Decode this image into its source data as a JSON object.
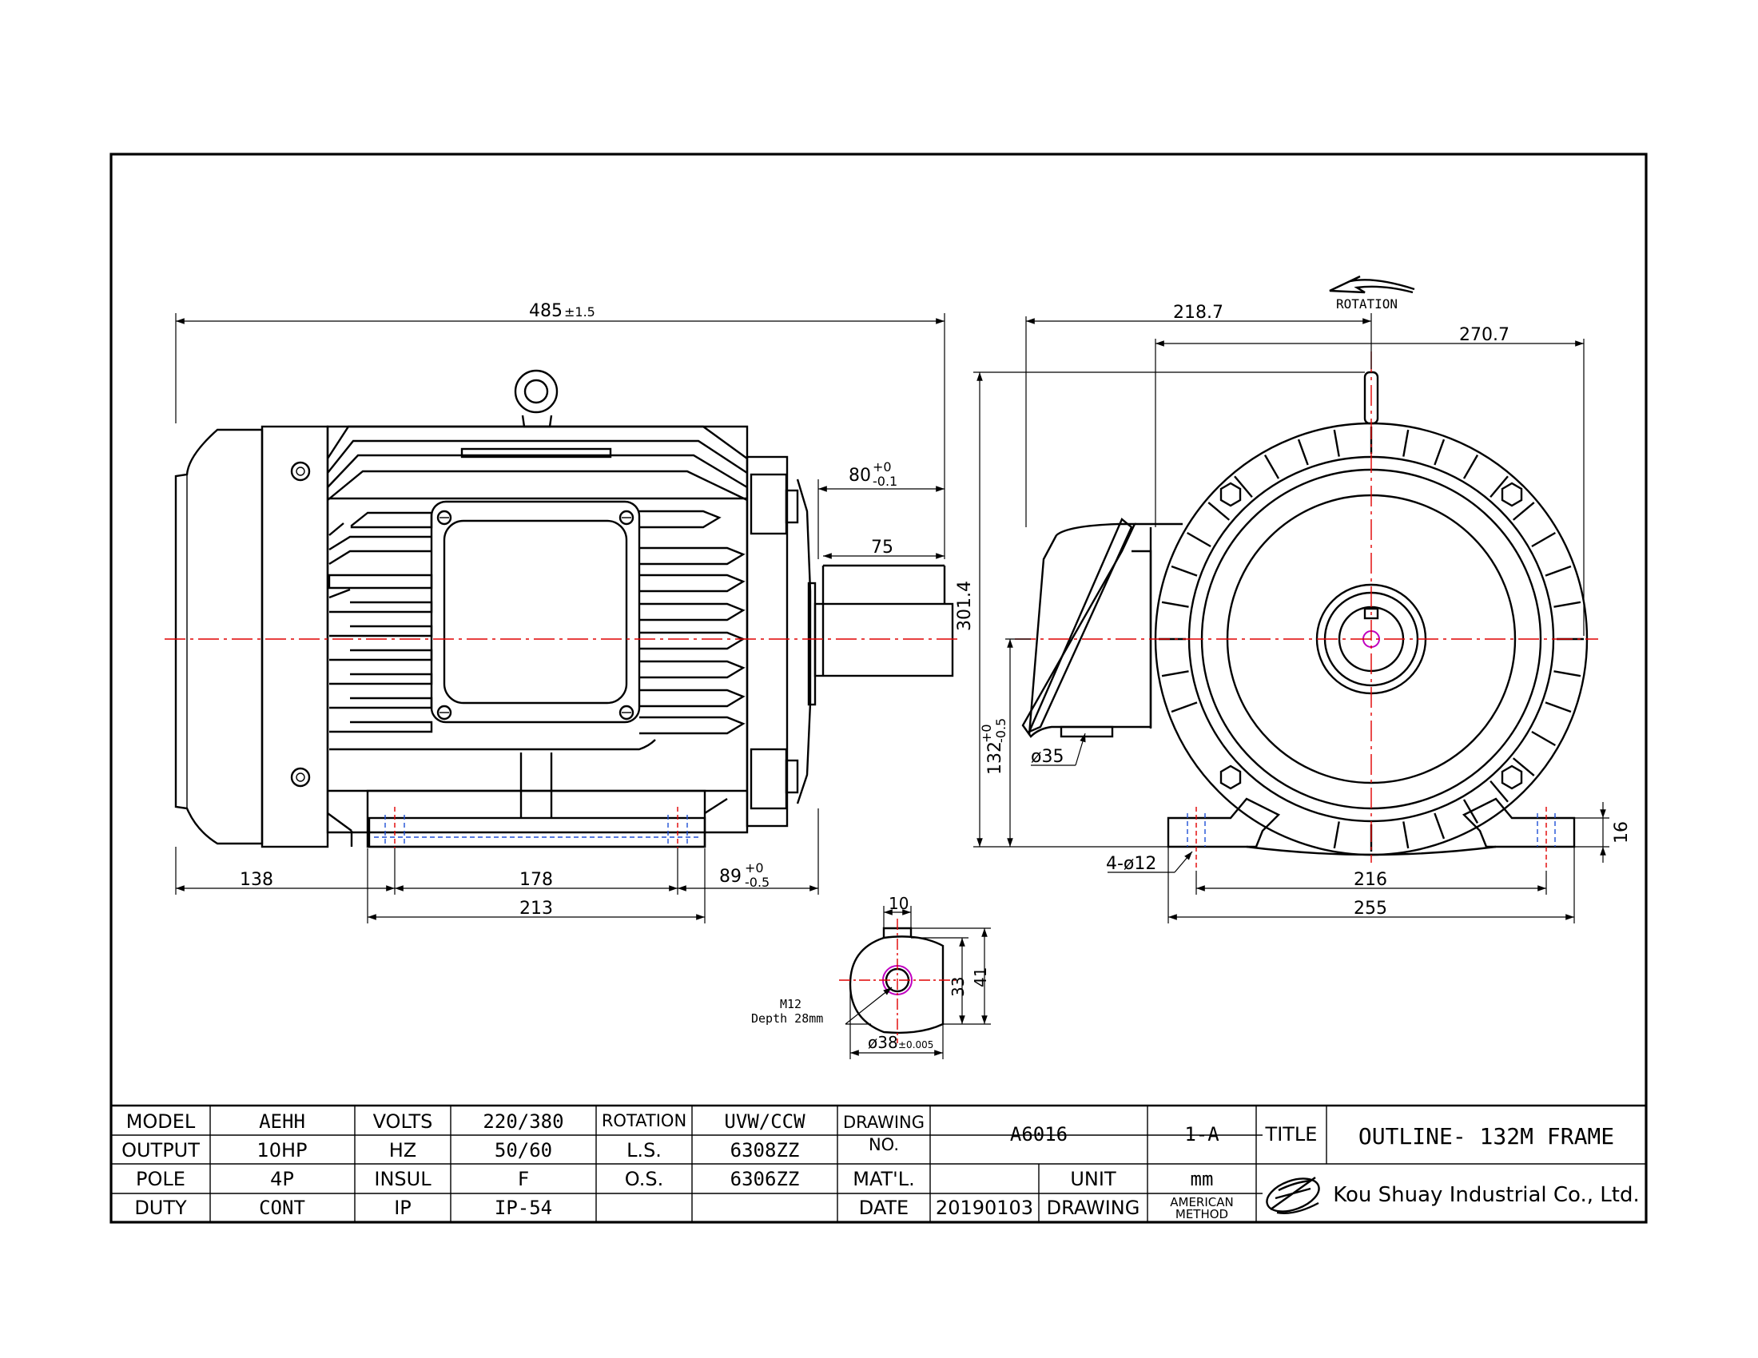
{
  "drawing": {
    "rotation_label": "ROTATION",
    "dims": {
      "overall_length": "485",
      "overall_length_tol": "±1.5",
      "shaft_80": "80",
      "shaft_80_tol_upper": "+0",
      "shaft_80_tol_lower": "-0.1",
      "shaft_75": "75",
      "d_138": "138",
      "d_178": "178",
      "d_213": "213",
      "d_89": "89",
      "d_89_tol_upper": "+0",
      "d_89_tol_lower": "-0.5",
      "d_218_7": "218.7",
      "d_270_7": "270.7",
      "d_301_4": "301.4",
      "d_132": "132",
      "d_132_tol_upper": "+0",
      "d_132_tol_lower": "-0.5",
      "d_phi35": "ø35",
      "d_4phi12": "4-ø12",
      "d_216": "216",
      "d_255": "255",
      "d_16": "16",
      "key_10": "10",
      "key_33": "33",
      "key_41": "41",
      "key_phi38": "ø38",
      "key_phi38_tol": "±0.005",
      "tap_note_1": "M12",
      "tap_note_2": "Depth 28mm"
    }
  },
  "title_block": {
    "model_label": "MODEL",
    "model": "AEHH",
    "output_label": "OUTPUT",
    "output": "10HP",
    "pole_label": "POLE",
    "pole": "4P",
    "duty_label": "DUTY",
    "duty": "CONT",
    "volts_label": "VOLTS",
    "volts": "220/380",
    "hz_label": "HZ",
    "hz": "50/60",
    "insul_label": "INSUL",
    "insul": "F",
    "ip_label": "IP",
    "ip": "IP-54",
    "rotation_label": "ROTATION",
    "rotation": "UVW/CCW",
    "ls_label": "L.S.",
    "ls": "6308ZZ",
    "os_label": "O.S.",
    "os": "6306ZZ",
    "drawing_no_label_1": "DRAWING",
    "drawing_no_label_2": "NO.",
    "drawing_no": "A6016",
    "revision": "1-A",
    "matl_label": "MAT'L.",
    "unit_label": "UNIT",
    "unit": "mm",
    "date_label": "DATE",
    "date": "20190103",
    "drawing_label": "DRAWING",
    "method_1": "AMERICAN",
    "method_2": "METHOD",
    "title_label": "TITLE",
    "title": "OUTLINE- 132M FRAME",
    "company": "Kou Shuay Industrial Co., Ltd."
  }
}
